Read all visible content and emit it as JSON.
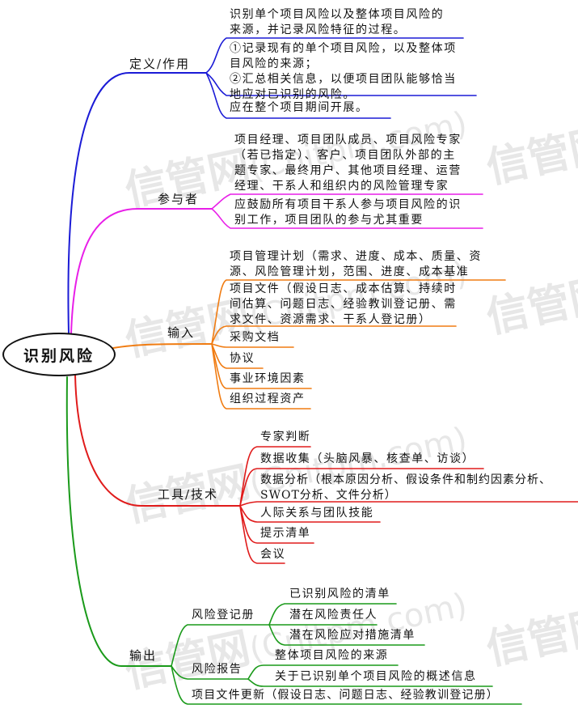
{
  "root": "识别风险",
  "watermark": {
    "brand": "信管网",
    "site": "(Cnitpm.com)"
  },
  "colors": {
    "definition": "#1b1bd6",
    "participants": "#e81fe8",
    "inputs": "#f07c12",
    "tools": "#e01b1b",
    "outputs": "#1a9a1a"
  },
  "definition": {
    "label": "定义/作用",
    "items": [
      "识别单个项目风险以及整体项目风险的\n来源，并记录风险特征的过程。",
      "①记录现有的单个项目风险，以及整体项\n目风险的来源；\n②汇总相关信息，以便项目团队能够恰当\n地应对已识别的风险。",
      "应在整个项目期间开展。"
    ]
  },
  "participants": {
    "label": "参与者",
    "items": [
      "项目经理、项目团队成员、项目风险专家\n（若已指定）、客户、项目团队外部的主\n题专家、最终用户、其他项目经理、运营\n经理、干系人和组织内的风险管理专家",
      "应鼓励所有项目干系人参与项目风险的识\n别工作，项目团队的参与尤其重要"
    ]
  },
  "inputs": {
    "label": "输入",
    "items": [
      "项目管理计划（需求、进度、成本、质量、资\n源、风险管理计划，范围、进度、成本基准",
      "项目文件（假设日志、成本估算、持续时\n间估算、问题日志、经验教训登记册、需\n求文件、资源需求、干系人登记册）",
      "采购文档",
      "协议",
      "事业环境因素",
      "组织过程资产"
    ]
  },
  "tools": {
    "label": "工具/技术",
    "items": [
      "专家判断",
      "数据收集（头脑风暴、核查单、访谈）",
      "数据分析（根本原因分析、假设条件和制约因素分析、\nSWOT分析、文件分析）",
      "人际关系与团队技能",
      "提示清单",
      "会议"
    ]
  },
  "outputs": {
    "label": "输出",
    "register": {
      "label": "风险登记册",
      "items": [
        "已识别风险的清单",
        "潜在风险责任人",
        "潜在风险应对措施清单"
      ]
    },
    "report": {
      "label": "风险报告",
      "items": [
        "整体项目风险的来源",
        "关于已识别单个项目风险的概述信息"
      ]
    },
    "update": "项目文件更新（假设日志、问题日志、经验教训登记册）"
  }
}
